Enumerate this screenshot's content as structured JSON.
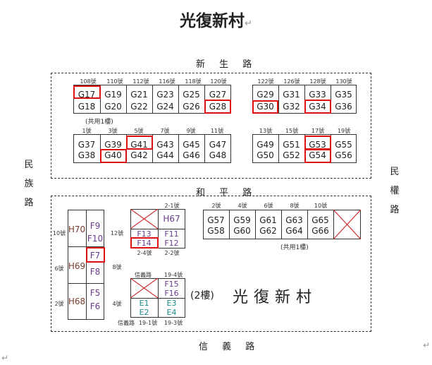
{
  "title": "光復新村",
  "return_mark": "↵",
  "streets": {
    "top": "新 生 路",
    "middle": "和 平 路",
    "bottom": "信 義 路",
    "left": [
      "民",
      "族",
      "路"
    ],
    "right": [
      "民",
      "權",
      "路"
    ]
  },
  "upper_left": {
    "top_numbers": [
      "108號",
      "110號",
      "112號",
      "116號",
      "118號",
      "120號"
    ],
    "row1": [
      "G17",
      "G19",
      "G21",
      "G23",
      "G25",
      "G27"
    ],
    "row2": [
      "G18",
      "G20",
      "G22",
      "G24",
      "G26",
      "G28"
    ],
    "shared_note": "(共用1樓)",
    "mid_numbers": [
      "1號",
      "3號",
      "5號",
      "7號",
      "9號",
      "11號"
    ],
    "row3": [
      "G37",
      "G39",
      "G41",
      "G43",
      "G45",
      "G47"
    ],
    "row4": [
      "G38",
      "G40",
      "G42",
      "G44",
      "G46",
      "G48"
    ]
  },
  "upper_right": {
    "top_numbers": [
      "122號",
      "126號",
      "128號",
      "130號"
    ],
    "row1": [
      "G29",
      "G31",
      "G33",
      "G35"
    ],
    "row2": [
      "G30",
      "G32",
      "G34",
      "G36"
    ],
    "mid_numbers": [
      "13號",
      "15號",
      "17號",
      "19號"
    ],
    "row3": [
      "G49",
      "G51",
      "G53",
      "G55"
    ],
    "row4": [
      "G50",
      "G52",
      "G54",
      "G56"
    ]
  },
  "lower_left": {
    "left_numbers": [
      "10號",
      "6號",
      "2號"
    ],
    "h_cells": [
      "H70",
      "H69",
      "H68"
    ],
    "f_cells": [
      "F9",
      "F10",
      "F7",
      "F8",
      "F5",
      "F6"
    ],
    "right_numbers": [
      "12號",
      "8號",
      "4號"
    ]
  },
  "lower_mid": {
    "top_number": "2-1號",
    "h67": "H67",
    "f_cells": [
      "F13",
      "F11",
      "F14",
      "F12"
    ],
    "bottom_numbers": [
      "2-4號",
      "2-2號"
    ],
    "street_label": "信義路",
    "number_19_4": "19-4號",
    "f15": "F15",
    "f16": "F16",
    "e_cells": [
      "E1",
      "E3",
      "E2",
      "E4"
    ],
    "bottom_street": "信義路",
    "bottom_nums": [
      "19-1號",
      "19-3號"
    ],
    "floor_note": "(2樓)"
  },
  "lower_right": {
    "top_numbers": [
      "2號",
      "4號",
      "6號",
      "8號",
      "10號"
    ],
    "row1": [
      "G57",
      "G59",
      "G61",
      "G63",
      "G65"
    ],
    "row2": [
      "G58",
      "G60",
      "G62",
      "G64",
      "G66"
    ],
    "shared_note": "(共用1樓)"
  },
  "village_name": "光復新村",
  "colors": {
    "highlight": "#dd1111",
    "border": "#333333",
    "f_text": "#6a3c8c",
    "h_text": "#7a3b2e",
    "e_text": "#1c8a8a"
  }
}
